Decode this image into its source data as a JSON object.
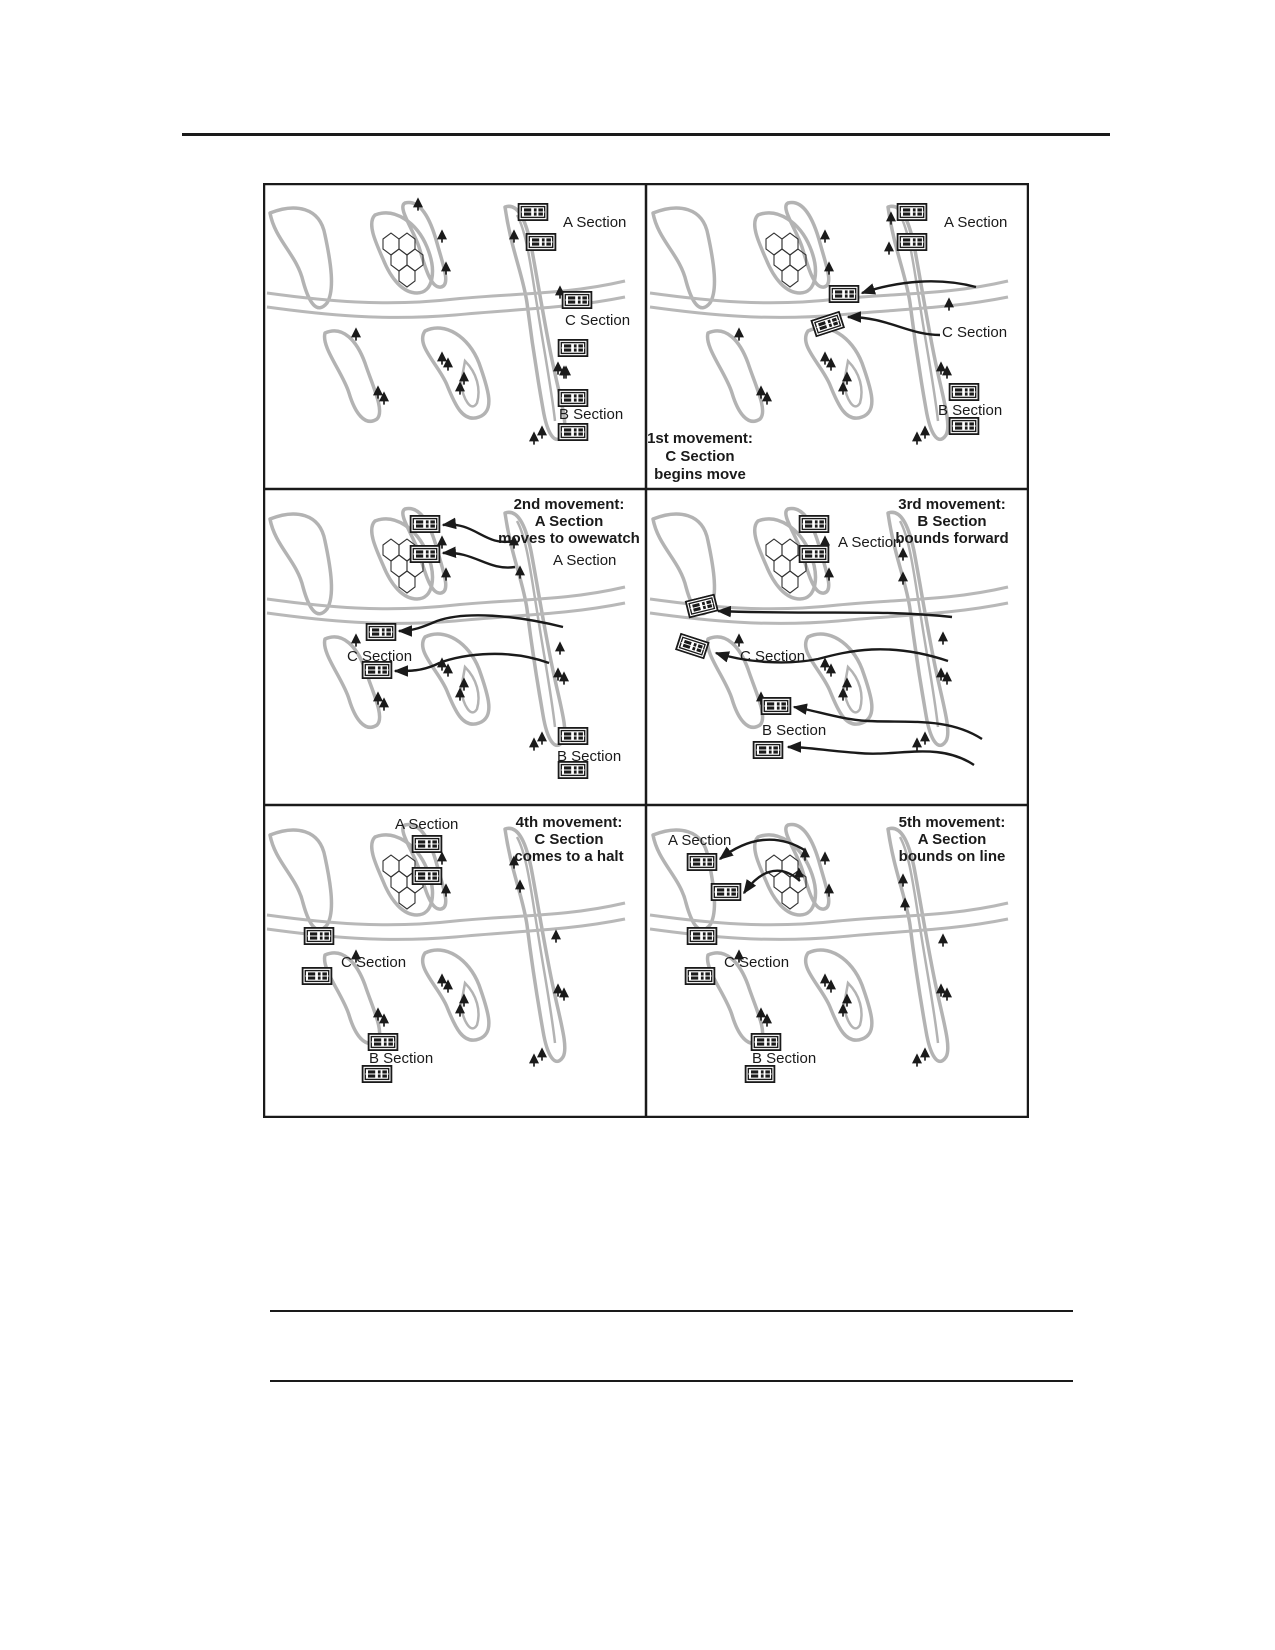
{
  "figure": {
    "panels": [
      {
        "id": "panel-1",
        "caption": [],
        "labels": [
          {
            "id": "a",
            "text": "A Section"
          },
          {
            "id": "c",
            "text": "C Section"
          },
          {
            "id": "b",
            "text": "B Section"
          }
        ]
      },
      {
        "id": "panel-2",
        "caption": [
          "1st movement:",
          "C Section",
          "begins move"
        ],
        "labels": [
          {
            "id": "a",
            "text": "A Section"
          },
          {
            "id": "c",
            "text": "C Section"
          },
          {
            "id": "b",
            "text": "B Section"
          }
        ]
      },
      {
        "id": "panel-3",
        "caption": [
          "2nd movement:",
          "A Section",
          "moves to owewatch"
        ],
        "labels": [
          {
            "id": "a",
            "text": "A Section"
          },
          {
            "id": "c",
            "text": "C Section"
          },
          {
            "id": "b",
            "text": "B Section"
          }
        ]
      },
      {
        "id": "panel-4",
        "caption": [
          "3rd movement:",
          "B Section",
          "bounds forward"
        ],
        "labels": [
          {
            "id": "a",
            "text": "A Section"
          },
          {
            "id": "c",
            "text": "C Section"
          },
          {
            "id": "b",
            "text": "B Section"
          }
        ]
      },
      {
        "id": "panel-5",
        "caption": [
          "4th movement:",
          "C Section",
          "comes to a halt"
        ],
        "labels": [
          {
            "id": "a",
            "text": "A Section"
          },
          {
            "id": "c",
            "text": "C Section"
          },
          {
            "id": "b",
            "text": "B Section"
          }
        ]
      },
      {
        "id": "panel-6",
        "caption": [
          "5th movement:",
          "A Section",
          "bounds on line"
        ],
        "labels": [
          {
            "id": "a",
            "text": "A Section"
          },
          {
            "id": "c",
            "text": "C Section"
          },
          {
            "id": "b",
            "text": "B Section"
          }
        ]
      }
    ]
  },
  "colors": {
    "ink": "#1a1a1a",
    "terrain": "#b3b3b3",
    "background": "#ffffff"
  },
  "icons": [
    "tank-icon",
    "tree-icon",
    "movement-arrow-icon"
  ]
}
